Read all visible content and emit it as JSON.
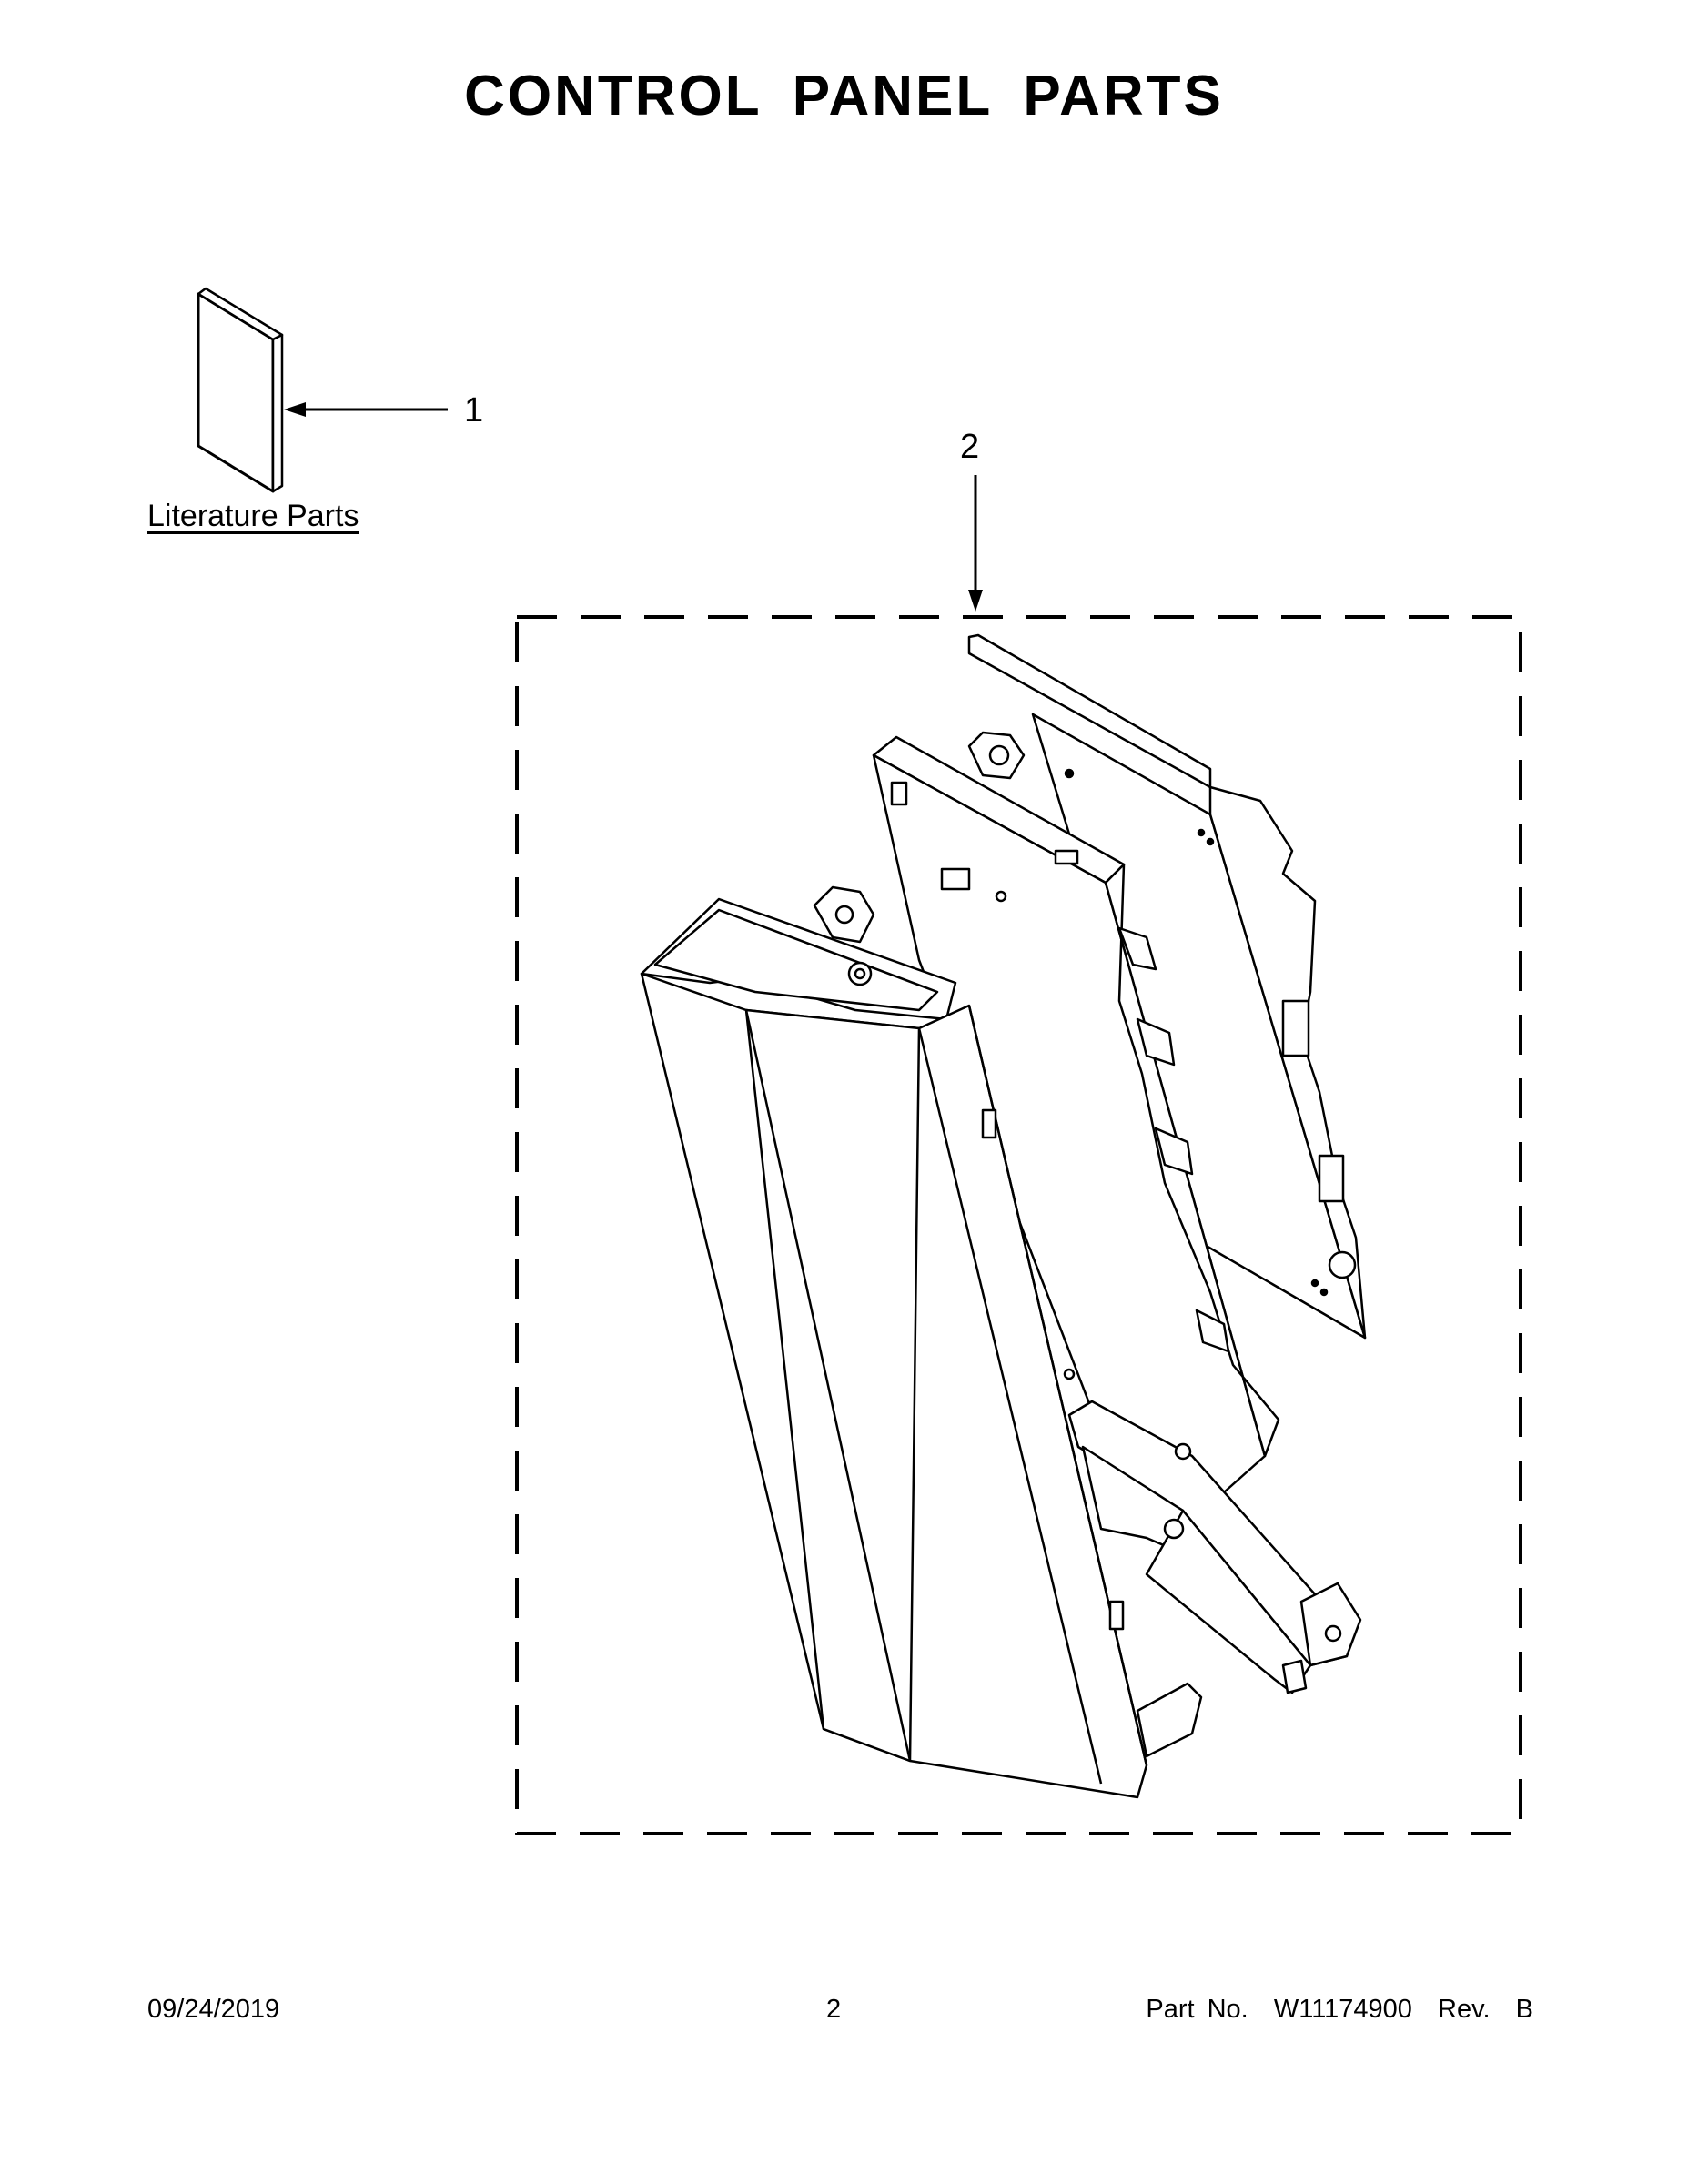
{
  "page": {
    "title": "CONTROL PANEL PARTS"
  },
  "callouts": {
    "item1": "1",
    "item2": "2"
  },
  "literature": {
    "label": "Literature Parts"
  },
  "footer": {
    "date": "09/24/2019",
    "page_number": "2",
    "part_info": "Part No.  W11174900  Rev.  B"
  },
  "colors": {
    "line": "#000000",
    "background": "#ffffff"
  }
}
